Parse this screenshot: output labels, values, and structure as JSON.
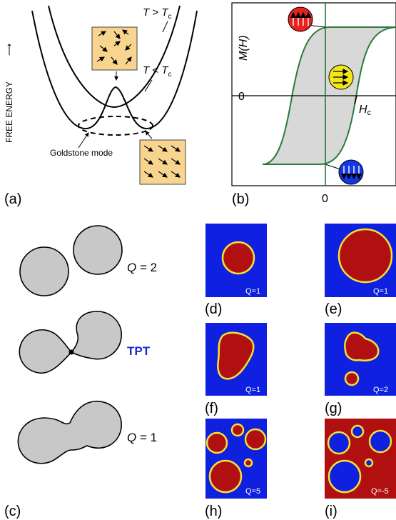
{
  "panels": {
    "a": {
      "label": "(a)",
      "y_axis_label": "FREE ENERGY",
      "arrow_glyph": "⟶",
      "curve_high_T": {
        "var": "T",
        "op": " > ",
        "crit": "T",
        "sub": "c"
      },
      "curve_low_T": {
        "var": "T",
        "op": " < ",
        "crit": "T",
        "sub": "c"
      },
      "mode_label": "Goldstone mode",
      "inset_fill": "#f8d58f",
      "inset_disordered": "random spin arrows",
      "inset_ordered": "aligned spin arrows"
    },
    "b": {
      "label": "(b)",
      "y_axis_label": "M(H)",
      "origin_y_tick": "0",
      "origin_x_tick": "0",
      "coercive_label": {
        "base": "H",
        "sub": "c"
      },
      "loop_fill": "#d8d8d8",
      "loop_stroke": "#2a7a3a",
      "spin_up_color": "#e8211f",
      "spin_mid_color": "#f2e61b",
      "spin_down_color": "#1436e6"
    },
    "c": {
      "label": "(c)",
      "states": [
        {
          "q_var": "Q",
          "q_rest": " = 2",
          "color": "#000000"
        },
        {
          "text": "TPT",
          "color": "#1b2bd6"
        },
        {
          "q_var": "Q",
          "q_rest": " = 1",
          "color": "#000000"
        }
      ],
      "disc_fill": "#c8c8c8"
    },
    "tiles": {
      "domain_red": "#b01010",
      "domain_blue": "#1020e0",
      "wall_color": "#f2e233",
      "items": [
        {
          "label": "(d)",
          "q": "Q=1",
          "background": "blue"
        },
        {
          "label": "(e)",
          "q": "Q=1",
          "background": "blue"
        },
        {
          "label": "(f)",
          "q": "Q=1",
          "background": "blue"
        },
        {
          "label": "(g)",
          "q": "Q=2",
          "background": "blue"
        },
        {
          "label": "(h)",
          "q": "Q=5",
          "background": "blue"
        },
        {
          "label": "(i)",
          "q": "Q=-5",
          "background": "red"
        }
      ]
    }
  }
}
